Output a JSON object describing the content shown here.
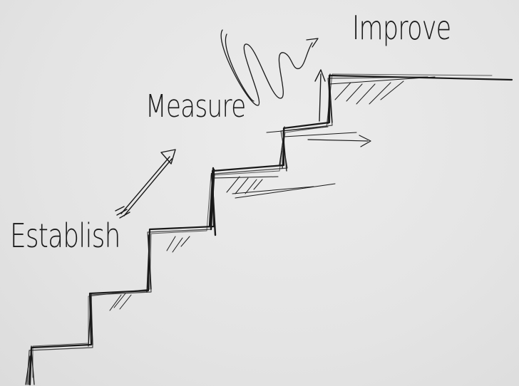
{
  "diagram": {
    "background_color": "#e6e6e6",
    "ink_color": "#1a1a1a",
    "stages": [
      {
        "label": "Establish"
      },
      {
        "label": "Measure"
      },
      {
        "label": "Improve"
      }
    ]
  }
}
